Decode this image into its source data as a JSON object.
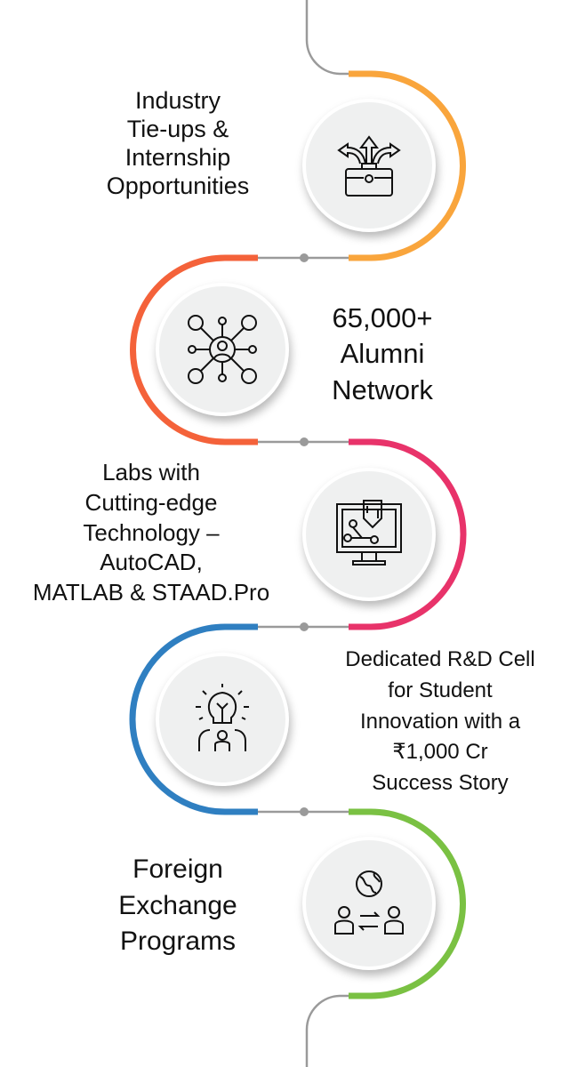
{
  "items": [
    {
      "label": "Industry\nTie-ups &\nInternship\nOpportunities",
      "icon": "briefcase-arrows-icon",
      "color": "#f9a53c"
    },
    {
      "label": "65,000+\nAlumni\nNetwork",
      "icon": "network-people-icon",
      "color": "#f4623a"
    },
    {
      "label": "Labs with\nCutting-edge\nTechnology –\nAutoCAD,\nMATLAB & STAAD.Pro",
      "icon": "computer-design-icon",
      "color": "#e8336a"
    },
    {
      "label": "Dedicated R&D Cell\nfor Student\nInnovation with a\n₹1,000 Cr\nSuccess Story",
      "icon": "lightbulb-person-icon",
      "color": "#2f7fc1"
    },
    {
      "label": "Foreign\nExchange\nPrograms",
      "icon": "globe-exchange-icon",
      "color": "#7ac143"
    }
  ],
  "connector_color": "#9a9a9a"
}
